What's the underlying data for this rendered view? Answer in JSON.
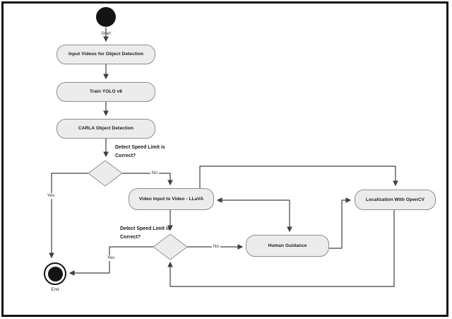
{
  "diagram": {
    "type": "activity-flowchart",
    "nodes": {
      "start": {
        "label": "Start"
      },
      "input_videos": {
        "label": "Input Videos for Object Detection"
      },
      "train_yolo": {
        "label": "Train YOLO v8"
      },
      "carla": {
        "label": "CARLA Object Detection"
      },
      "llava": {
        "label": "Video Input to Video - LLaVA"
      },
      "human_guidance": {
        "label": "Human Guidance"
      },
      "localization": {
        "label": "Localization With OpenCV"
      },
      "end": {
        "label": "End"
      }
    },
    "decisions": {
      "first": {
        "line1": "Detect Speed Limit is",
        "line2": "Correct?"
      },
      "second": {
        "line1": "Detect Speed Limit is",
        "line2": "Correct?"
      }
    },
    "edge_labels": {
      "first_yes": "Yes",
      "first_no": "No",
      "second_yes": "Yes",
      "second_no": "No"
    },
    "colors": {
      "node_fill": "#ececec",
      "node_border": "#8f8f8f",
      "edge": "#404040",
      "terminal": "#141414",
      "text": "#1a1a1a",
      "frame": "#141414",
      "background": "#ffffff"
    }
  }
}
